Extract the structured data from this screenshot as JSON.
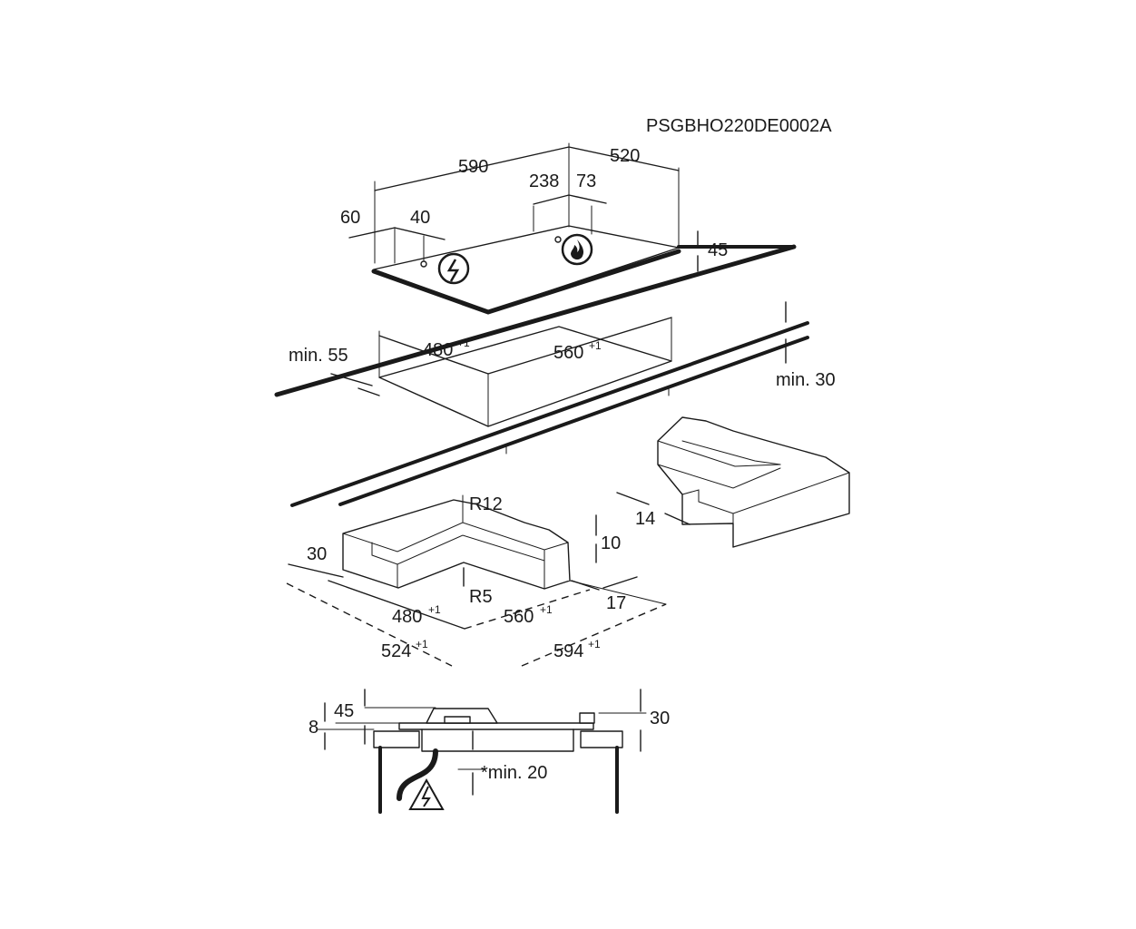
{
  "code": "PSGBHO220DE0002A",
  "top": {
    "width": "590",
    "depth": "520",
    "inlet_offset_1": "238",
    "inlet_offset_2": "73",
    "terminal_offset_1": "60",
    "terminal_offset_2": "40",
    "height": "45"
  },
  "cutout": {
    "min_front": "min. 55",
    "depth": "480",
    "depth_tol": "+1",
    "width": "560",
    "width_tol": "+1",
    "min_thickness": "min. 30"
  },
  "frame": {
    "radius_outer": "R12",
    "radius_inner": "R5",
    "side_offset": "30",
    "lip_height": "10",
    "side_gap": "17",
    "depth": "480",
    "depth_tol": "+1",
    "width": "560",
    "width_tol": "+1",
    "outer_depth": "524",
    "outer_depth_tol": "+1",
    "outer_width": "594",
    "outer_width_tol": "+1",
    "frame_width": "14"
  },
  "section": {
    "height_total": "45",
    "height_top": "8",
    "height_right": "30",
    "min_clearance": "*min. 20"
  },
  "icons": {
    "electric": "electric-connection-icon",
    "gas": "gas-connection-icon",
    "warning": "electric-warning-icon"
  }
}
